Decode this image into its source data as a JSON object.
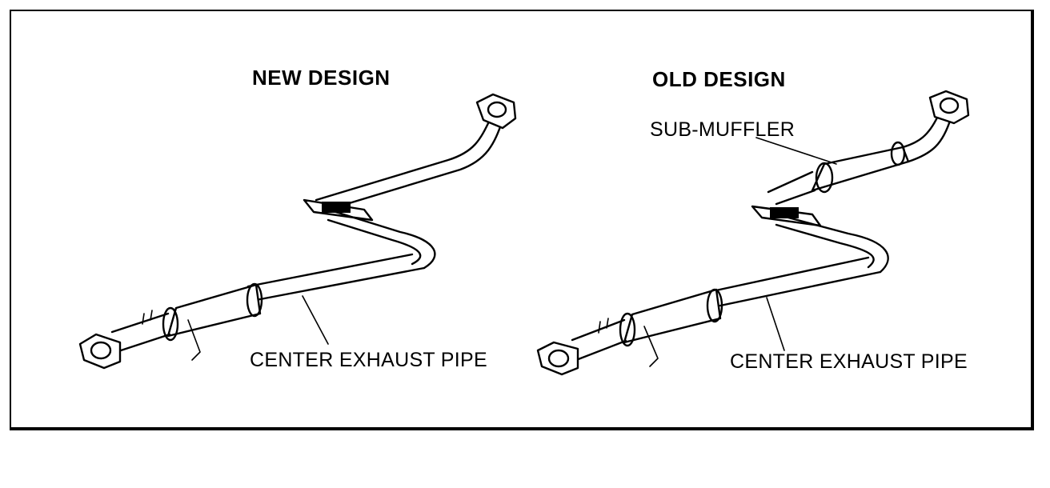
{
  "panels": {
    "new": {
      "title": "NEW DESIGN",
      "callout": "CENTER EXHAUST PIPE"
    },
    "old": {
      "title": "OLD DESIGN",
      "callout": "CENTER EXHAUST PIPE",
      "sub_callout": "SUB-MUFFLER"
    }
  },
  "colors": {
    "ink": "#000000",
    "paper": "#ffffff"
  }
}
